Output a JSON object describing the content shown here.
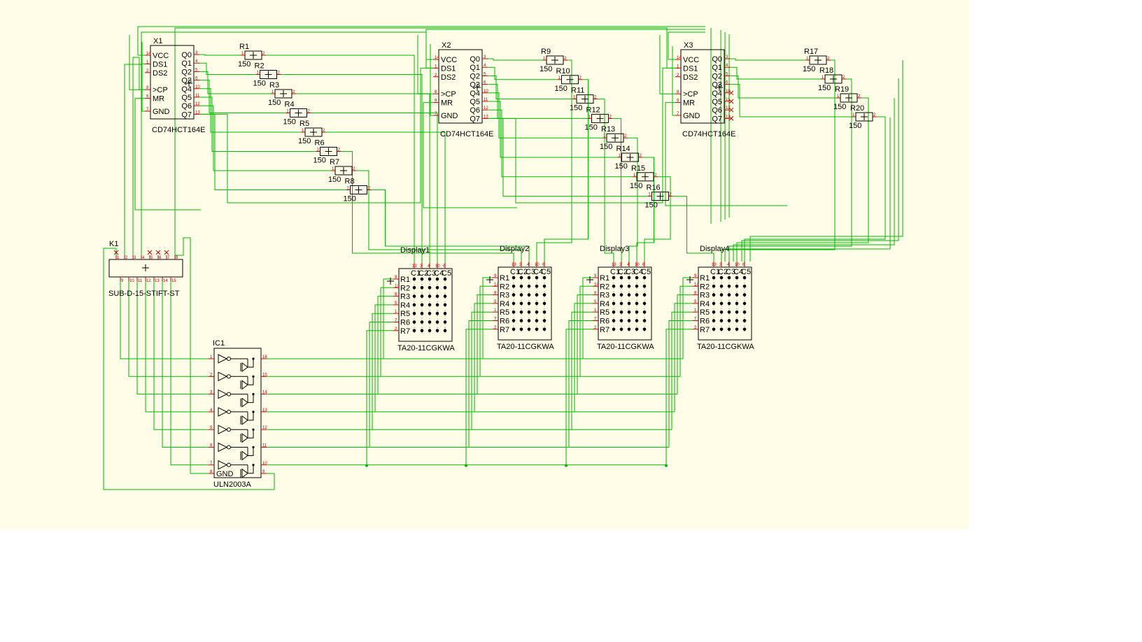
{
  "colors": {
    "background": "#fffde7",
    "wire": "#00b800",
    "component": "#000000",
    "pin": "#c00000"
  },
  "shift_registers": [
    {
      "ref": "X1",
      "part": "CD74HCT164E",
      "left_pins": [
        "VCC",
        "DS1",
        "DS2",
        "CP",
        "MR",
        "GND"
      ],
      "right_pins": [
        "Q0",
        "Q1",
        "Q2",
        "Q3",
        "Q4",
        "Q5",
        "Q6",
        "Q7"
      ]
    },
    {
      "ref": "X2",
      "part": "CD74HCT164E",
      "left_pins": [
        "VCC",
        "DS1",
        "DS2",
        "CP",
        "MR",
        "GND"
      ],
      "right_pins": [
        "Q0",
        "Q1",
        "Q2",
        "Q3",
        "Q4",
        "Q5",
        "Q6",
        "Q7"
      ]
    },
    {
      "ref": "X3",
      "part": "CD74HCT164E",
      "left_pins": [
        "VCC",
        "DS1",
        "DS2",
        "CP",
        "MR",
        "GND"
      ],
      "right_pins": [
        "Q0",
        "Q1",
        "Q2",
        "Q3",
        "Q4",
        "Q5",
        "Q6",
        "Q7"
      ]
    }
  ],
  "resistors": [
    {
      "ref": "R1",
      "value": "150"
    },
    {
      "ref": "R2",
      "value": "150"
    },
    {
      "ref": "R3",
      "value": "150"
    },
    {
      "ref": "R4",
      "value": "150"
    },
    {
      "ref": "R5",
      "value": "150"
    },
    {
      "ref": "R6",
      "value": "150"
    },
    {
      "ref": "R7",
      "value": "150"
    },
    {
      "ref": "R8",
      "value": "150"
    },
    {
      "ref": "R9",
      "value": "150"
    },
    {
      "ref": "R10",
      "value": "150"
    },
    {
      "ref": "R11",
      "value": "150"
    },
    {
      "ref": "R12",
      "value": "150"
    },
    {
      "ref": "R13",
      "value": "150"
    },
    {
      "ref": "R14",
      "value": "150"
    },
    {
      "ref": "R15",
      "value": "150"
    },
    {
      "ref": "R16",
      "value": "150"
    },
    {
      "ref": "R17",
      "value": "150"
    },
    {
      "ref": "R18",
      "value": "150"
    },
    {
      "ref": "R19",
      "value": "150"
    },
    {
      "ref": "R20",
      "value": "150"
    }
  ],
  "displays": [
    {
      "ref": "Display1",
      "part": "TA20-11CGKWA"
    },
    {
      "ref": "Display2",
      "part": "TA20-11CGKWA"
    },
    {
      "ref": "Display3",
      "part": "TA20-11CGKWA"
    },
    {
      "ref": "Display4",
      "part": "TA20-11CGKWA"
    }
  ],
  "display_pins": {
    "columns": [
      "C1",
      "C2",
      "C3",
      "C4",
      "C5"
    ],
    "rows": [
      "R1",
      "R2",
      "R3",
      "R4",
      "R5",
      "R6",
      "R7"
    ]
  },
  "connector": {
    "ref": "K1",
    "part": "SUB-D-15-STIFT-ST"
  },
  "driver": {
    "ref": "IC1",
    "part": "ULN2003A",
    "gnd_label": "GND"
  }
}
